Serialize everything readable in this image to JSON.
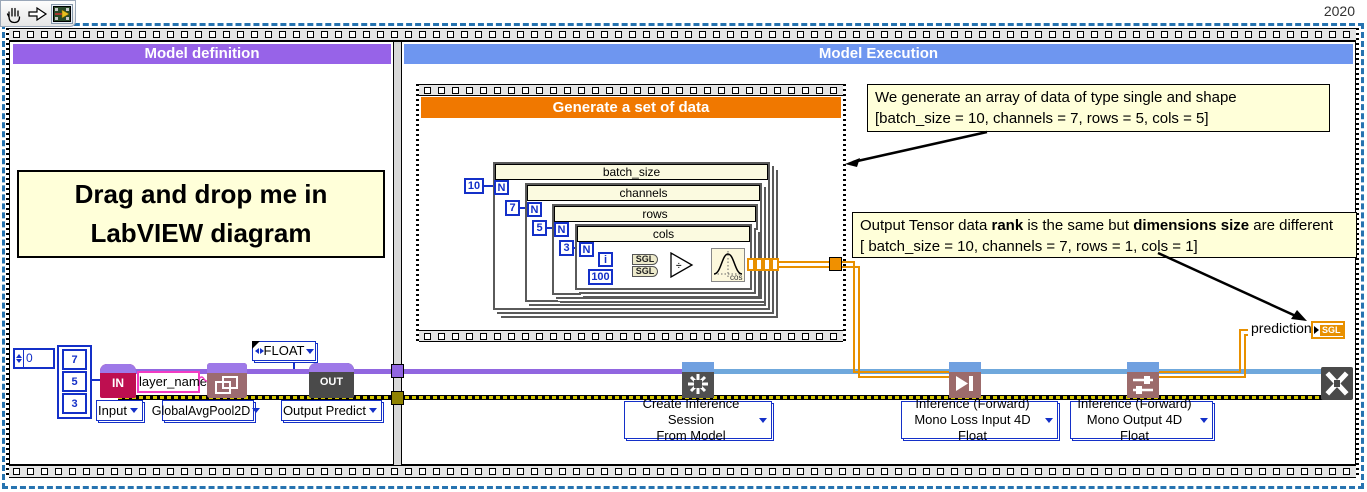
{
  "window": {
    "version": "2020"
  },
  "toolbar": {
    "tools": [
      "hand-tool",
      "wire-arrow-tool",
      "edit-frames-tool"
    ]
  },
  "headers": {
    "definition": "Model definition",
    "execution": "Model Execution",
    "generate": "Generate a set of data"
  },
  "note": {
    "line1": "Drag and drop me in",
    "line2": "LabVIEW diagram"
  },
  "definition": {
    "array_index": "0",
    "array_values": [
      "7",
      "5",
      "3"
    ],
    "in_label": "IN",
    "input_selector": "Input",
    "layer_name": "layer_name",
    "pool_selector": "GlobalAvgPool2D",
    "float_enum": "FLOAT",
    "out_label": "OUT",
    "output_selector": "Output Predict"
  },
  "generate": {
    "loops": [
      {
        "label": "batch_size",
        "count": "10"
      },
      {
        "label": "channels",
        "count": "7"
      },
      {
        "label": "rows",
        "count": "5"
      },
      {
        "label": "cols",
        "count": "3"
      }
    ],
    "n_label": "N",
    "iteration_label": "i",
    "divisor": "100",
    "divide_glyph": "÷",
    "sgl_label": "SGL",
    "cos_label": "cos"
  },
  "execution_nodes": {
    "create": {
      "line1": "Create Inference Session",
      "line2": "From Model"
    },
    "loss": {
      "line1": "Inference (Forward)",
      "line2": "Mono Loss Input 4D Float"
    },
    "output": {
      "line1": "Inference (Forward)",
      "line2": "Mono Output 4D Float"
    }
  },
  "comments": {
    "c1": {
      "line1": "We generate an array of data of type single and shape",
      "line2": "[batch_size = 10, channels = 7, rows = 5, cols = 5]"
    },
    "c2": {
      "p1": "Output Tensor data ",
      "p2": "rank",
      "p3": " is the same but ",
      "p4": "dimensions size",
      "p5": " are different",
      "line2": "[ batch_size = 10, channels = 7, rows = 1, cols = 1]"
    }
  },
  "prediction": {
    "label": "prediction",
    "type": "SGL"
  },
  "colors": {
    "definition_header": "#9763E8",
    "execution_header": "#6E96F0",
    "generate_header": "#F07800",
    "labview_blue": "#1430C8",
    "array_wire": "#E89000",
    "session_wire": "#6FA8DC",
    "model_wire": "#9166E0",
    "error_wire_yellow": "#D6C800",
    "comment_bg": "#FFFFD9"
  }
}
